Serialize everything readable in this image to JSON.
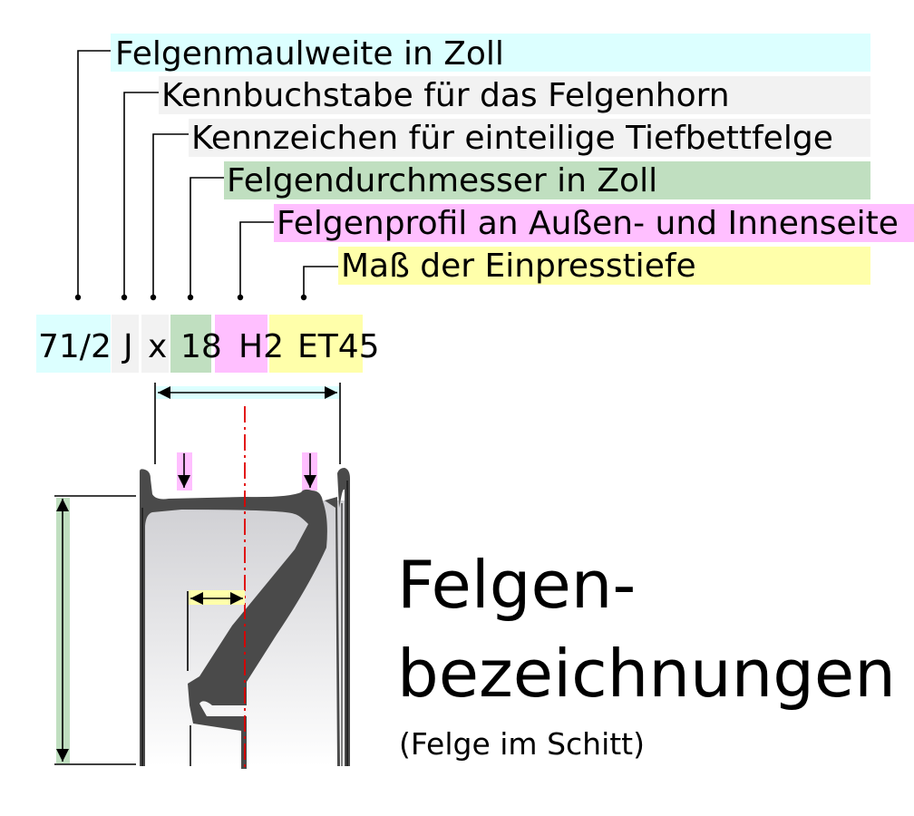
{
  "labels": {
    "rim_width": "Felgenmaulweite in Zoll",
    "flange_letter": "Kennbuchstabe für das Felgenhorn",
    "drop_center": "Kennzeichen für einteilige Tiefbettfelge",
    "diameter": "Felgendurchmesser in Zoll",
    "profile": "Felgenprofil an Außen- und Innenseite",
    "offset": "Maß der Einpresstiefe"
  },
  "code": {
    "width": "71/2",
    "flange": "J",
    "x": "x",
    "diameter": "18",
    "profile": "H2",
    "offset": "ET45"
  },
  "title": {
    "line1": "Felgen-",
    "line2": "bezeichnungen",
    "subtitle": "(Felge im Schitt)"
  },
  "colors": {
    "cyan": "#dcffff",
    "gray": "#f2f2f2",
    "green": "#c0dfc0",
    "pink": "#ffbfff",
    "yellow": "#ffffaa",
    "rim": "#4a4a4a",
    "axis": "#e00000"
  }
}
